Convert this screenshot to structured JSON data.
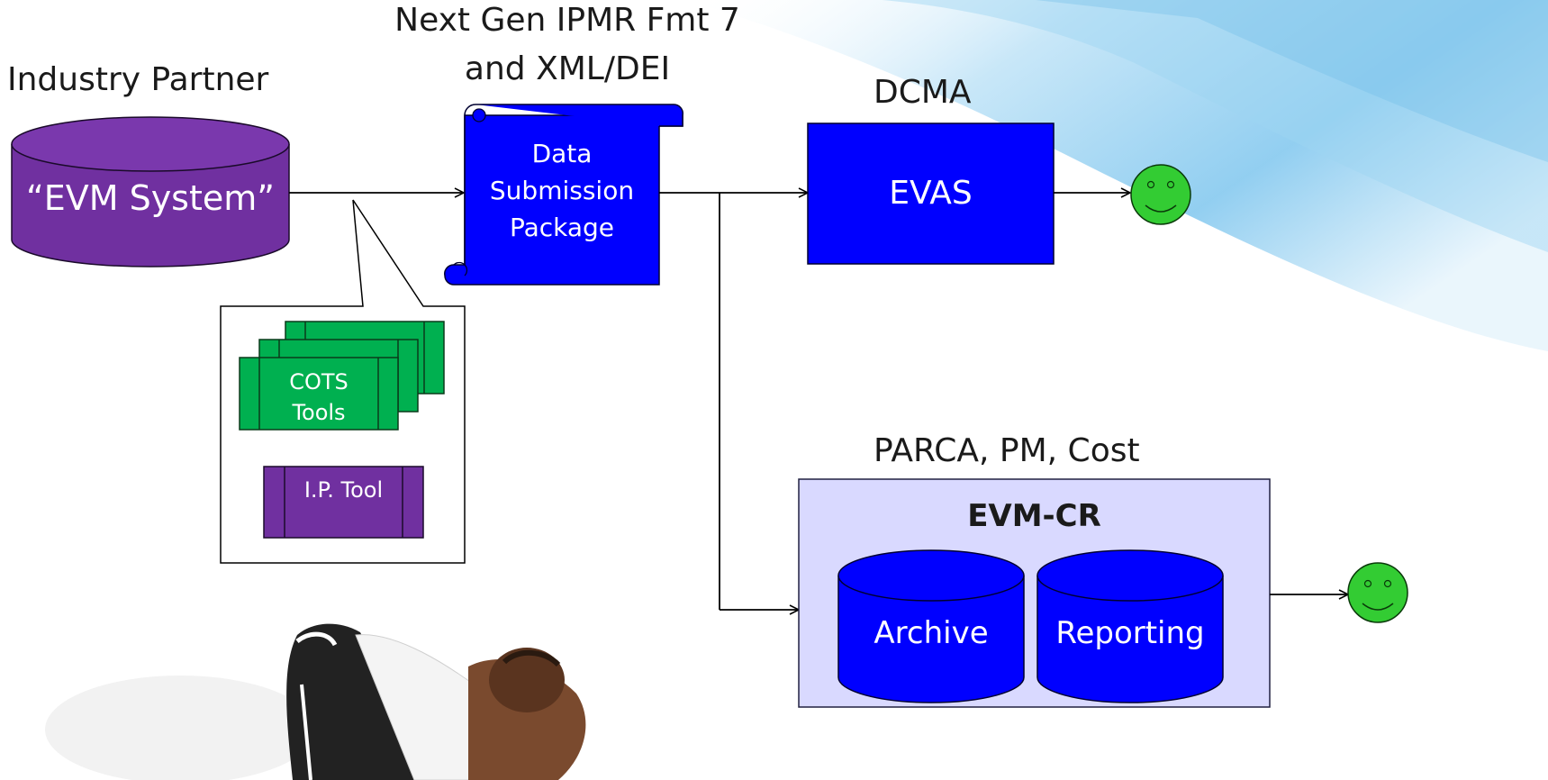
{
  "sources": {
    "industry_partner_label": "Industry Partner",
    "evm_system_label": "“EVM System”"
  },
  "package": {
    "title_line1": "Next Gen IPMR Fmt 7",
    "title_line2": "and XML/DEI",
    "body_line1": "Data",
    "body_line2": "Submission",
    "body_line3": "Package"
  },
  "tools_callout": {
    "cots_line1": "COTS",
    "cots_line2": "Tools",
    "ip_tool": "I.P. Tool"
  },
  "dcma": {
    "label": "DCMA",
    "evas": "EVAS"
  },
  "parca": {
    "label": "PARCA, PM, Cost",
    "evm_cr": "EVM-CR",
    "archive": "Archive",
    "reporting": "Reporting"
  },
  "colors": {
    "purple": "#7030a0",
    "blue": "#0000ff",
    "green": "#00b050",
    "smiley_green": "#33cc33",
    "panel": "#d9d9ff"
  }
}
